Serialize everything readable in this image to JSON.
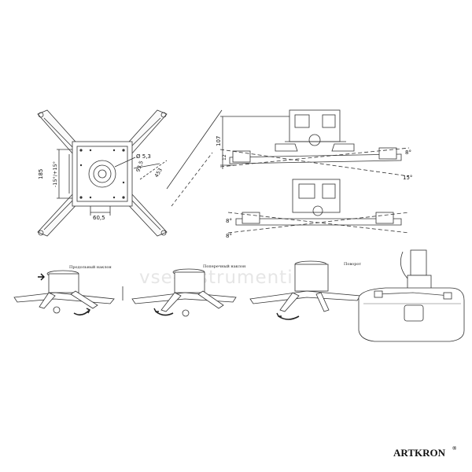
{
  "top_view": {
    "dim_width": "60,5",
    "dim_height": "185",
    "dim_diagonal": "453",
    "dim_hole": "Ø 5,3",
    "dim_angle": "-15°/+15°",
    "dim_side": "93,5"
  },
  "side_view_top": {
    "dim_height": "107",
    "dim_small": "12",
    "angle_right_upper": "8°",
    "angle_right_lower": "15°"
  },
  "side_view_bottom": {
    "angle_left_upper": "8°",
    "angle_left_lower": "8°"
  },
  "steps": {
    "tilt_label": "Продольный наклон",
    "cross_tilt_label": "Поперечный наклон",
    "rotate_label": "Поворот"
  },
  "watermark": "vse-instrumenti.ru",
  "brand": {
    "name": "ARTKRON",
    "mark": "®"
  }
}
